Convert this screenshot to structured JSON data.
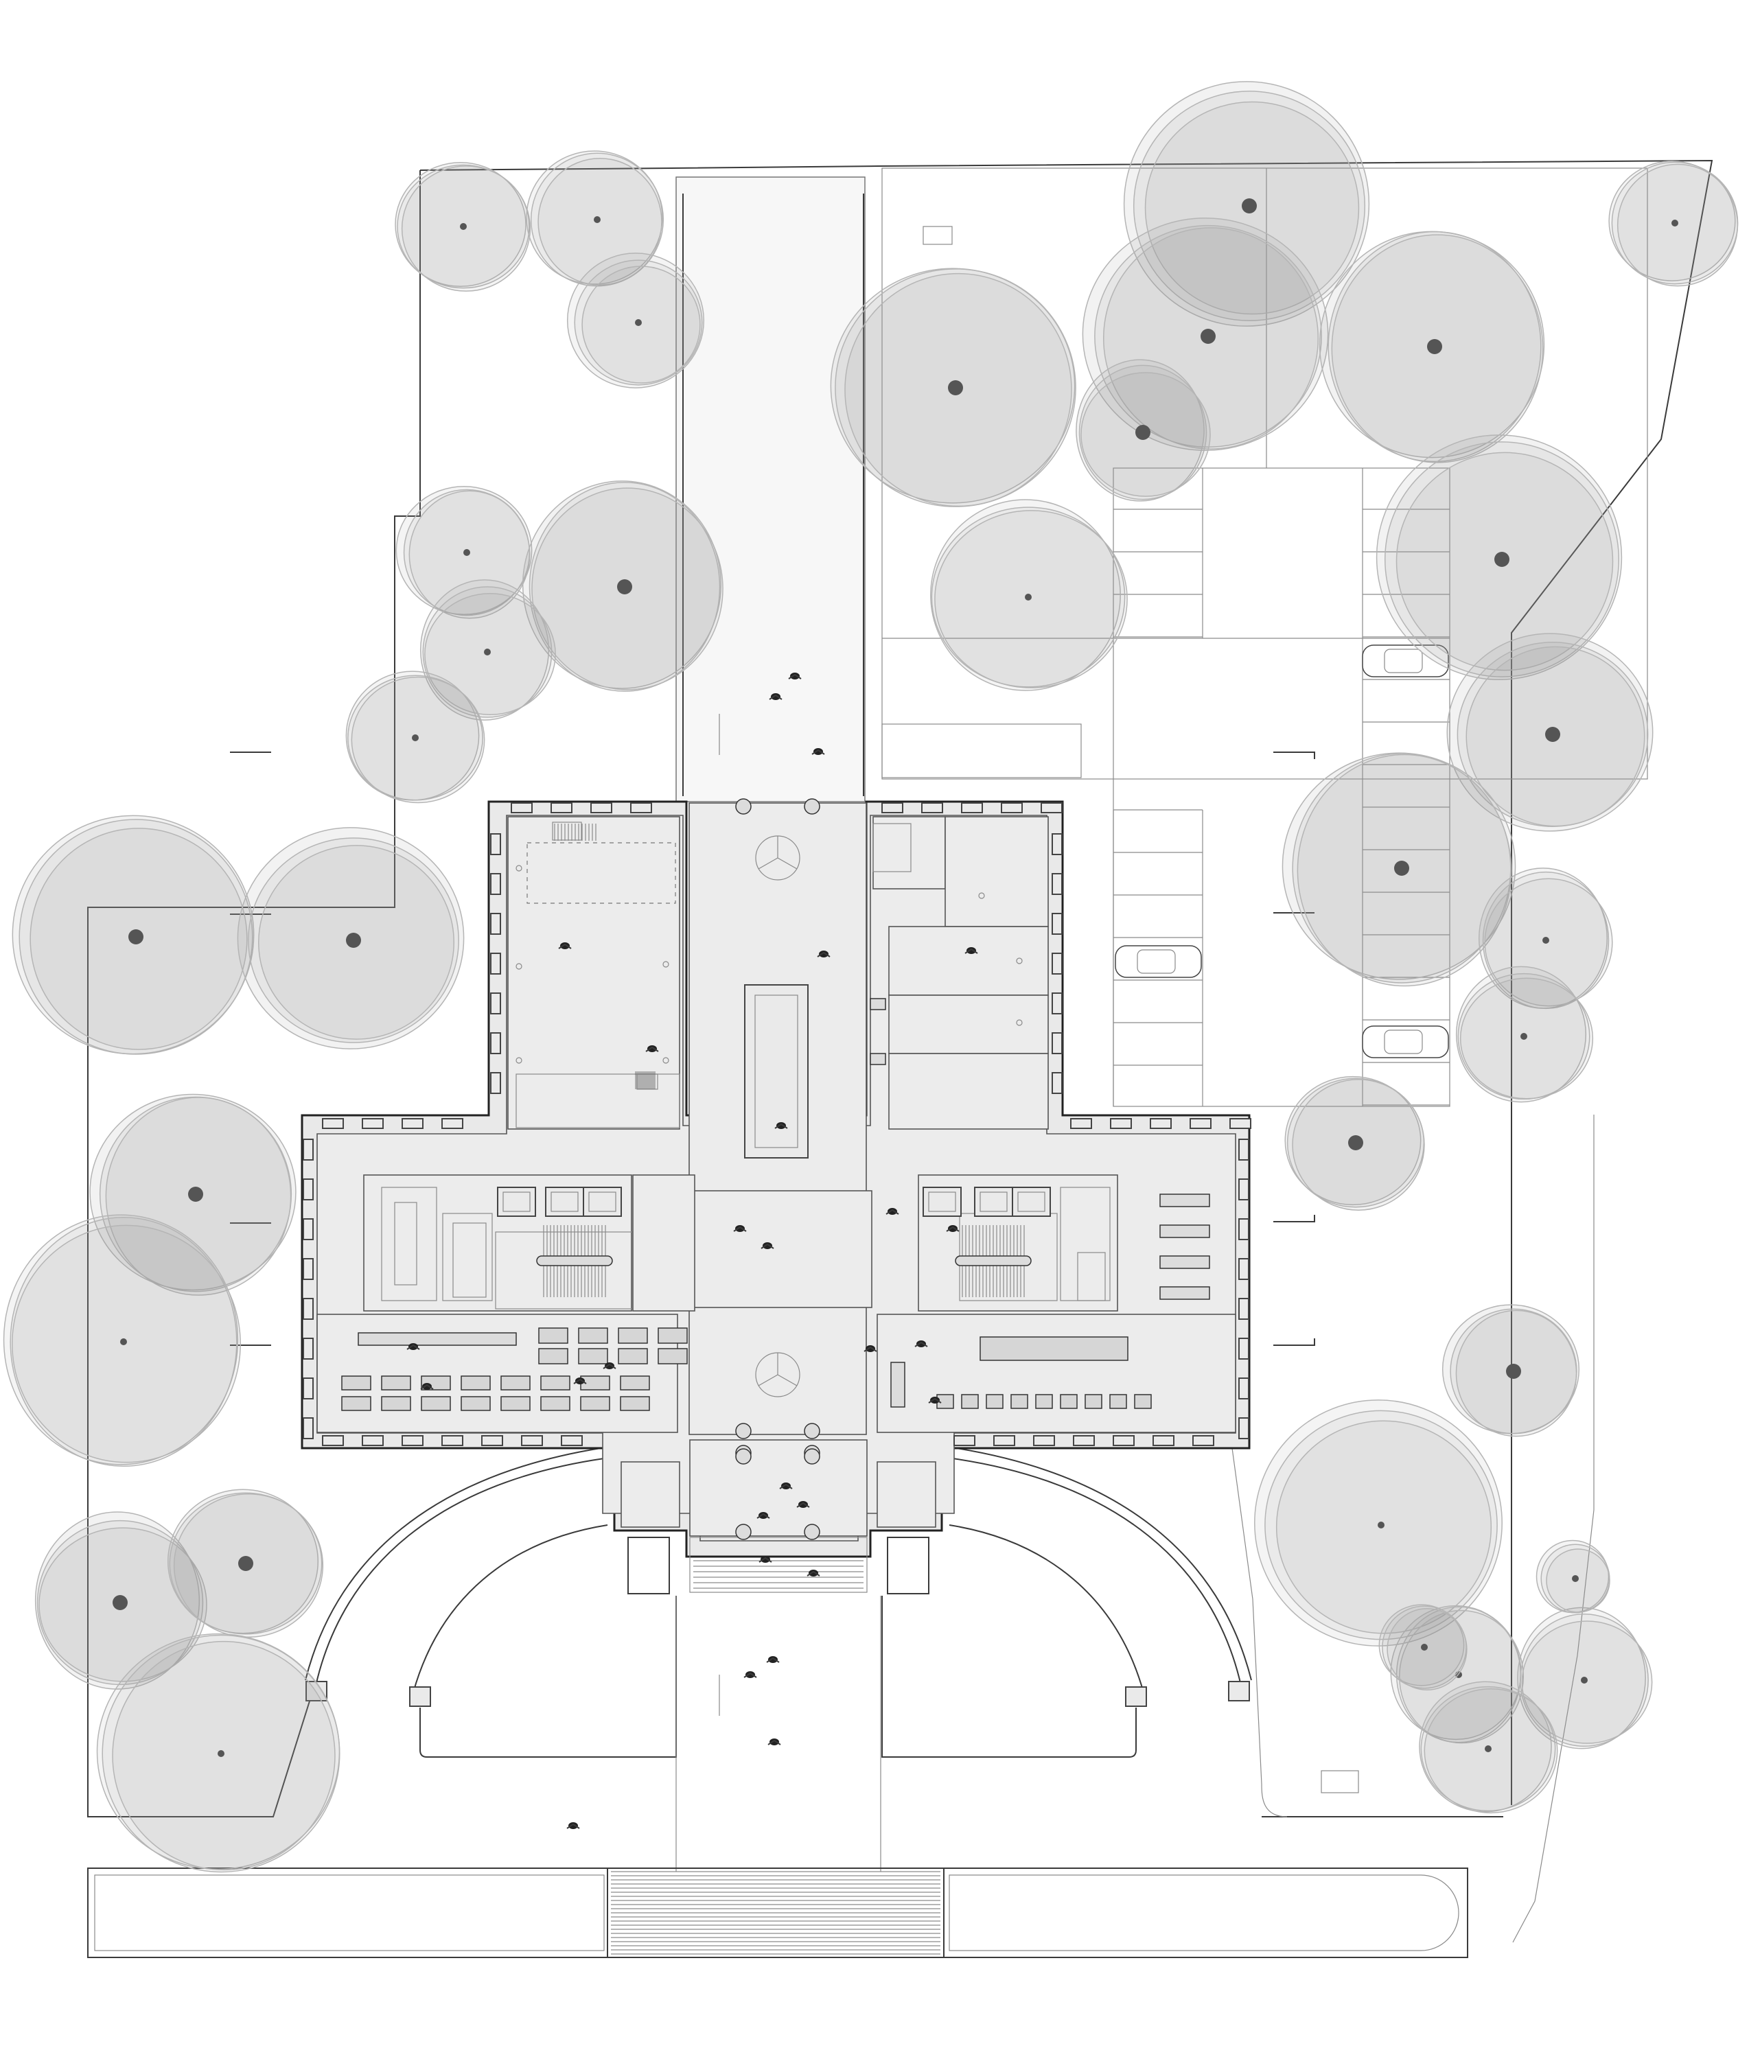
{
  "drawing": {
    "type": "architectural site plan",
    "palette": {
      "background": "#ffffff",
      "building_fill": "#e9e9e9",
      "paving": "#f7f7f7",
      "tree_canopy": "#9a9a9a",
      "line": "#3a3a3a"
    },
    "trees": [
      {
        "name": "tree-01",
        "size": "medium"
      },
      {
        "name": "tree-02",
        "size": "medium"
      },
      {
        "name": "tree-03",
        "size": "medium"
      },
      {
        "name": "tree-04",
        "size": "medium"
      },
      {
        "name": "tree-05",
        "size": "large"
      },
      {
        "name": "tree-06",
        "size": "medium"
      },
      {
        "name": "tree-07",
        "size": "medium"
      },
      {
        "name": "tree-08",
        "size": "large"
      },
      {
        "name": "tree-09",
        "size": "large"
      },
      {
        "name": "tree-10",
        "size": "large"
      },
      {
        "name": "tree-11",
        "size": "large"
      },
      {
        "name": "tree-12",
        "size": "large"
      },
      {
        "name": "tree-13",
        "size": "medium"
      },
      {
        "name": "tree-14",
        "size": "medium"
      },
      {
        "name": "tree-15",
        "size": "large"
      },
      {
        "name": "tree-16",
        "size": "large"
      },
      {
        "name": "tree-17",
        "size": "large"
      },
      {
        "name": "tree-18",
        "size": "medium"
      },
      {
        "name": "tree-19",
        "size": "medium"
      },
      {
        "name": "tree-20",
        "size": "large"
      },
      {
        "name": "tree-21",
        "size": "large"
      },
      {
        "name": "tree-22",
        "size": "large"
      },
      {
        "name": "tree-23",
        "size": "large"
      },
      {
        "name": "tree-24",
        "size": "medium"
      },
      {
        "name": "tree-25",
        "size": "large"
      },
      {
        "name": "tree-26",
        "size": "large"
      },
      {
        "name": "tree-27",
        "size": "medium"
      },
      {
        "name": "tree-28",
        "size": "medium"
      },
      {
        "name": "tree-29",
        "size": "large"
      },
      {
        "name": "tree-30",
        "size": "medium"
      },
      {
        "name": "tree-31",
        "size": "medium"
      },
      {
        "name": "tree-32",
        "size": "medium"
      },
      {
        "name": "tree-33",
        "size": "medium"
      },
      {
        "name": "tree-34",
        "size": "medium"
      }
    ],
    "parked_cars": 3,
    "text_labels": []
  }
}
